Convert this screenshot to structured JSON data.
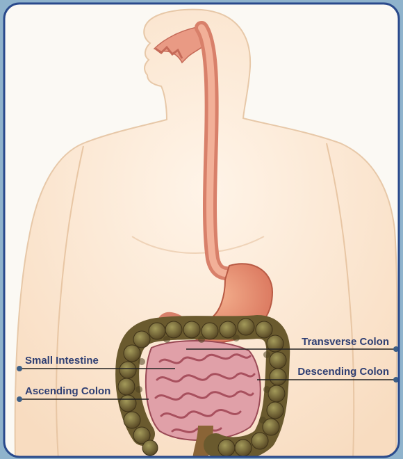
{
  "labels": {
    "small_intestine": "Small Intestine",
    "ascending_colon": "Ascending Colon",
    "transverse_colon": "Transverse Colon",
    "descending_colon": "Descending Colon"
  },
  "colors": {
    "frame_border": "#2a4a8c",
    "background": "#8fb3cc",
    "skin": "#fbe9d6",
    "esophagus": "#e8907a",
    "intestine": "#7a6a3a",
    "small_intestine": "#e0a0a8",
    "label_text": "#2f3f73",
    "leader_line": "#222222",
    "leader_dot": "#3d5f86"
  }
}
